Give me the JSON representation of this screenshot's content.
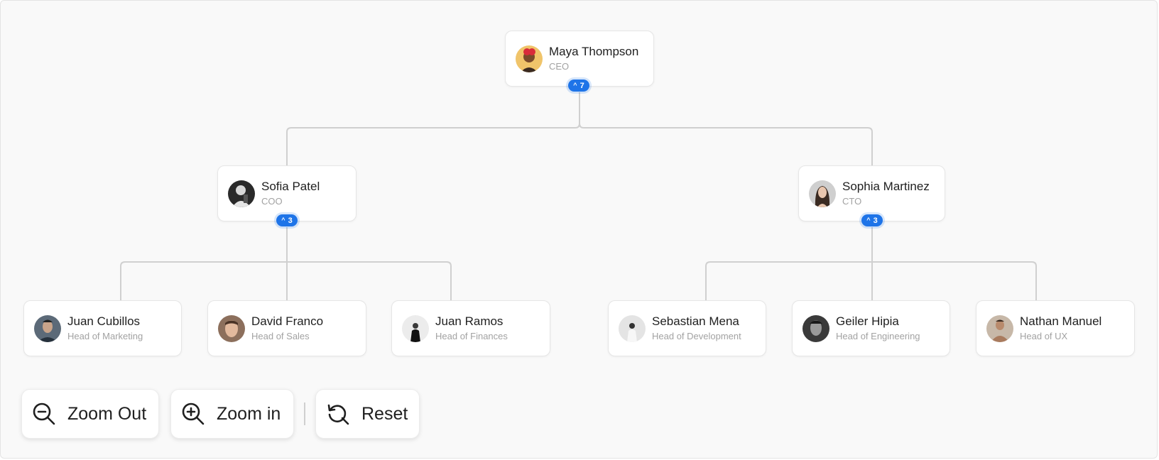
{
  "org": {
    "ceo": {
      "name": "Maya Thompson",
      "role": "CEO",
      "reports": "7",
      "avatar": "avatar-maya-icon"
    },
    "coo": {
      "name": "Sofia Patel",
      "role": "COO",
      "reports": "3",
      "avatar": "avatar-sofia-icon"
    },
    "cto": {
      "name": "Sophia Martinez",
      "role": "CTO",
      "reports": "3",
      "avatar": "avatar-sophia-icon"
    },
    "coo_reports": [
      {
        "name": "Juan Cubillos",
        "role": "Head of Marketing"
      },
      {
        "name": "David Franco",
        "role": "Head of Sales"
      },
      {
        "name": "Juan Ramos",
        "role": "Head of Finances"
      }
    ],
    "cto_reports": [
      {
        "name": "Sebastian Mena",
        "role": "Head of Development"
      },
      {
        "name": "Geiler Hipia",
        "role": "Head of Engineering"
      },
      {
        "name": "Nathan Manuel",
        "role": "Head of UX"
      }
    ]
  },
  "toolbar": {
    "zoom_out": {
      "label": "Zoom Out",
      "icon": "zoom-out-icon"
    },
    "zoom_in": {
      "label": "Zoom in",
      "icon": "zoom-in-icon"
    },
    "reset": {
      "label": "Reset",
      "icon": "reset-icon"
    }
  },
  "colors": {
    "accent": "#1e74e8",
    "connector": "#d0d0d0",
    "background": "#f9f9f9"
  }
}
